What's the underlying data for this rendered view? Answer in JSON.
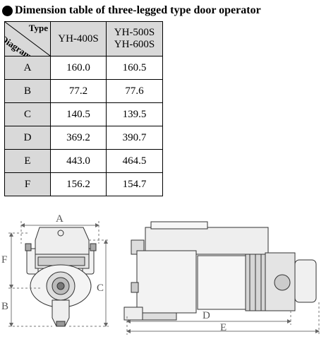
{
  "title": "Dimension table of three-legged type door operator",
  "table": {
    "corner_type": "Type",
    "corner_diagram": "Diagram",
    "columns": [
      {
        "line1": "YH-400S",
        "line2": ""
      },
      {
        "line1": "YH-500S",
        "line2": "YH-600S"
      }
    ],
    "rows": [
      {
        "label": "A",
        "values": [
          "160.0",
          "160.5"
        ]
      },
      {
        "label": "B",
        "values": [
          "77.2",
          "77.6"
        ]
      },
      {
        "label": "C",
        "values": [
          "140.5",
          "139.5"
        ]
      },
      {
        "label": "D",
        "values": [
          "369.2",
          "390.7"
        ]
      },
      {
        "label": "E",
        "values": [
          "443.0",
          "464.5"
        ]
      },
      {
        "label": "F",
        "values": [
          "156.2",
          "154.7"
        ]
      }
    ]
  },
  "diagram": {
    "labels": {
      "A": "A",
      "B": "B",
      "C": "C",
      "D": "D",
      "E": "E",
      "F": "F"
    }
  }
}
